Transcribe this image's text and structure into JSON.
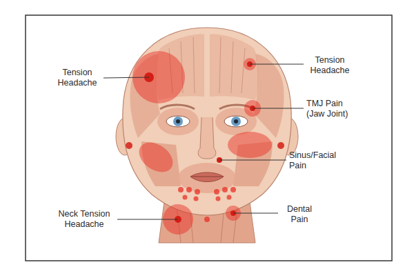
{
  "diagram": {
    "labels": [
      "Tension Headache",
      "Tension Headache",
      "TMJ Pain (Jaw Joint)",
      "Sinus/Facial Pain",
      "Neck Tension Headache",
      "Dental Pain"
    ]
  }
}
